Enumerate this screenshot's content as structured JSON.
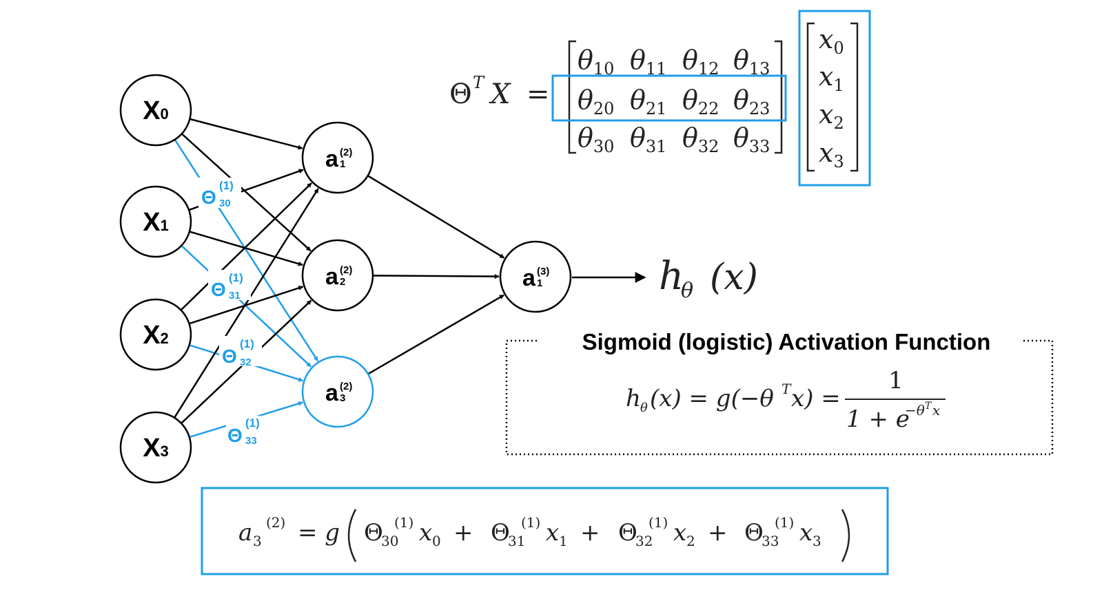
{
  "colors": {
    "accent": "#1e9ee8",
    "ink": "#000000",
    "math": "#222222"
  },
  "network": {
    "inputs": [
      {
        "base": "X",
        "sub": "0"
      },
      {
        "base": "X",
        "sub": "1"
      },
      {
        "base": "X",
        "sub": "2"
      },
      {
        "base": "X",
        "sub": "3"
      }
    ],
    "hidden": [
      {
        "base": "a",
        "sub": "1",
        "sup": "(2)"
      },
      {
        "base": "a",
        "sub": "2",
        "sup": "(2)"
      },
      {
        "base": "a",
        "sub": "3",
        "sup": "(2)"
      }
    ],
    "output": {
      "base": "a",
      "sub": "1",
      "sup": "(3)"
    },
    "weight_labels": [
      {
        "base": "Θ",
        "sub": "30",
        "sup": "(1)"
      },
      {
        "base": "Θ",
        "sub": "31",
        "sup": "(1)"
      },
      {
        "base": "Θ",
        "sub": "32",
        "sup": "(1)"
      },
      {
        "base": "Θ",
        "sub": "33",
        "sup": "(1)"
      }
    ],
    "hypothesis": {
      "h": "h",
      "sub": "θ",
      "arg": "(x)"
    }
  },
  "matrix_equation": {
    "lhs": {
      "theta": "Θ",
      "sup": "T",
      "x": "X",
      "eq": "="
    },
    "theta_matrix": [
      [
        {
          "b": "θ",
          "s": "10"
        },
        {
          "b": "θ",
          "s": "11"
        },
        {
          "b": "θ",
          "s": "12"
        },
        {
          "b": "θ",
          "s": "13"
        }
      ],
      [
        {
          "b": "θ",
          "s": "20"
        },
        {
          "b": "θ",
          "s": "21"
        },
        {
          "b": "θ",
          "s": "22"
        },
        {
          "b": "θ",
          "s": "23"
        }
      ],
      [
        {
          "b": "θ",
          "s": "30"
        },
        {
          "b": "θ",
          "s": "31"
        },
        {
          "b": "θ",
          "s": "32"
        },
        {
          "b": "θ",
          "s": "33"
        }
      ]
    ],
    "x_vector": [
      {
        "b": "x",
        "s": "0"
      },
      {
        "b": "x",
        "s": "1"
      },
      {
        "b": "x",
        "s": "2"
      },
      {
        "b": "x",
        "s": "3"
      }
    ]
  },
  "sigmoid_box": {
    "title": "Sigmoid (logistic) Activation Function",
    "lhs": {
      "h": "h",
      "sub": "θ",
      "arg": "(x) = g(−θ",
      "sup": "T",
      "tail": "x) ="
    },
    "numerator": "1",
    "denominator": {
      "base": "1 + e",
      "exp": "−θ",
      "exp_sup": "T",
      "exp_tail": "x"
    }
  },
  "activation_formula": {
    "lhs": {
      "a": "a",
      "sub": "3",
      "sup": "(2)",
      "eq": "= g"
    },
    "terms": [
      {
        "theta": "Θ",
        "sub": "30",
        "sup": "(1)",
        "x": "x",
        "xsub": "0",
        "op": "+"
      },
      {
        "theta": "Θ",
        "sub": "31",
        "sup": "(1)",
        "x": "x",
        "xsub": "1",
        "op": "+"
      },
      {
        "theta": "Θ",
        "sub": "32",
        "sup": "(1)",
        "x": "x",
        "xsub": "2",
        "op": "+"
      },
      {
        "theta": "Θ",
        "sub": "33",
        "sup": "(1)",
        "x": "x",
        "xsub": "3",
        "op": ""
      }
    ]
  }
}
